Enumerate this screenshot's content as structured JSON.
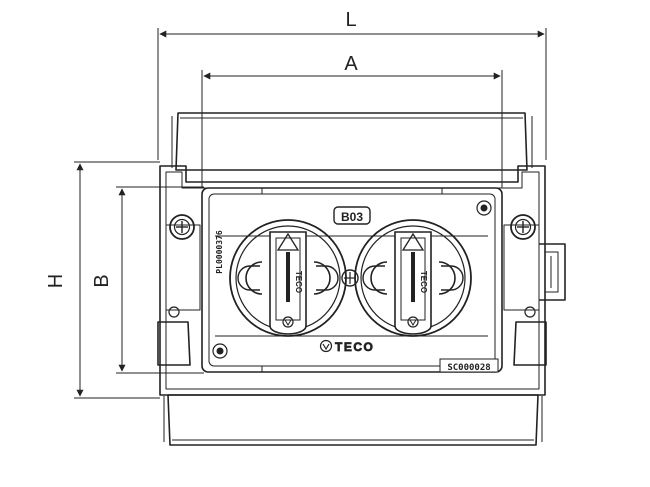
{
  "dimensions": {
    "length_label": "L",
    "inner_length_label": "A",
    "height_label": "H",
    "inner_height_label": "B"
  },
  "device": {
    "code_label": "B03",
    "brand": "TECO",
    "part_number_vertical": "PL0000376",
    "serial_bottom": "SC000028",
    "socket_left_text": "TECO",
    "socket_right_text": "TECO"
  },
  "colors": {
    "line": "#222222",
    "background": "#ffffff"
  }
}
